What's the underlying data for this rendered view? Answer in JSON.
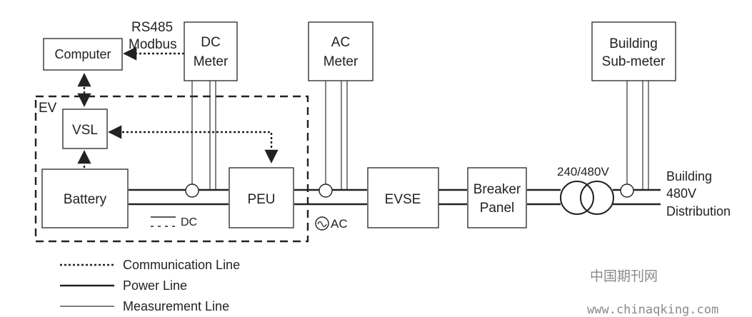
{
  "boxes": {
    "computer": "Computer",
    "dc_meter": [
      "DC",
      "Meter"
    ],
    "ac_meter": [
      "AC",
      "Meter"
    ],
    "building_submeter": [
      "Building",
      "Sub-meter"
    ],
    "vsl": "VSL",
    "battery": "Battery",
    "peu": "PEU",
    "evse": "EVSE",
    "breaker_panel": [
      "Breaker",
      "Panel"
    ]
  },
  "labels": {
    "protocol": [
      "RS485",
      "Modbus"
    ],
    "ev_region": "EV",
    "transformer_voltage": "240/480V",
    "distribution": [
      "Building",
      "480V",
      "Distribution"
    ],
    "dc_symbol": "DC",
    "ac_symbol": "AC"
  },
  "legend": {
    "communication": "Communication Line",
    "power": "Power Line",
    "measurement": "Measurement Line"
  },
  "watermark": {
    "site_cn": "中国期刊网",
    "site_url": "www.chinaqking.com"
  },
  "colors": {
    "line": "#222222",
    "watermark": "#8a8a8a"
  }
}
